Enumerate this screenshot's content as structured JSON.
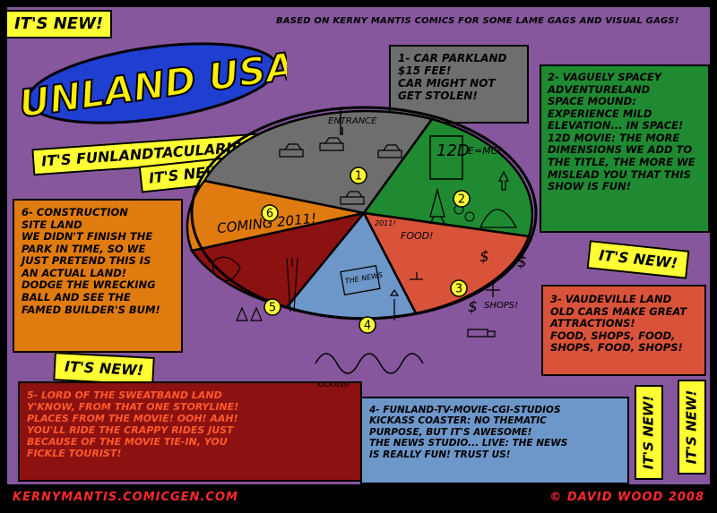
{
  "title": {
    "logo": "FUNLAND USA!",
    "slogan": "IT'S FUNLANDTACULARIFFIC!™",
    "byline": "BASED ON KERNY MANTIS COMICS FOR SOME LAME GAGS AND VISUAL GAGS!"
  },
  "tags": {
    "new_label": "IT'S NEW!"
  },
  "map": {
    "entrance": "ENTRANCE",
    "coming": "COMING 2011!",
    "year_small": "2011!",
    "food": "FOOD!",
    "shops": "SHOPS!",
    "emc2": "E=MC²",
    "twelve_d": "12D",
    "news": "THE NEWS",
    "kickass": "KICKASS!",
    "numbers": [
      "1",
      "2",
      "3",
      "4",
      "5",
      "6"
    ]
  },
  "boxes": {
    "box1": [
      "1- CAR PARKLAND",
      "$15 FEE!",
      "CAR MIGHT NOT",
      "GET STOLEN!"
    ],
    "box2": [
      "2- VAGUELY SPACEY",
      "ADVENTURELAND",
      "SPACE MOUND:",
      "EXPERIENCE MILD",
      "ELEVATION... IN SPACE!",
      "12D MOVIE: THE MORE",
      "DIMENSIONS WE ADD TO",
      "THE TITLE, THE MORE WE",
      "MISLEAD YOU THAT THIS",
      "SHOW IS FUN!"
    ],
    "box3": [
      "3- VAUDEVILLE LAND",
      "OLD CARS MAKE GREAT",
      "ATTRACTIONS!",
      "FOOD, SHOPS, FOOD,",
      "SHOPS, FOOD, SHOPS!"
    ],
    "box4": [
      "4- FUNLAND-TV-MOVIE-CGI-STUDIOS",
      "KICKASS COASTER: NO THEMATIC",
      "PURPOSE, BUT IT'S AWESOME!",
      "THE NEWS STUDIO... LIVE: THE NEWS",
      "IS REALLY FUN! TRUST US!"
    ],
    "box5": [
      "5- LORD OF THE SWEATBAND LAND",
      "Y'KNOW, FROM THAT ONE STORYLINE!",
      "PLACES FROM THE MOVIE! OOH! AAH!",
      "YOU'LL RIDE THE CRAPPY RIDES JUST",
      "BECAUSE OF THE MOVIE TIE-IN, YOU",
      "FICKLE TOURIST!"
    ],
    "box6": [
      "6- CONSTRUCTION",
      "SITE LAND",
      "WE DIDN'T FINISH THE",
      "PARK IN TIME, SO WE",
      "JUST PRETEND THIS IS",
      "AN ACTUAL LAND!",
      "DODGE THE WRECKING",
      "BALL AND SEE THE",
      "FAMED BUILDER'S BUM!"
    ]
  },
  "footer": {
    "site": "KERNYMANTIS.COMICGEN.COM",
    "copyright": "© DAVID WOOD 2008"
  },
  "colors": {
    "background": "#86579d",
    "gray": "#6e6e6e",
    "green": "#1f8a32",
    "orange": "#e07b10",
    "red": "#d9533a",
    "blue": "#6d96c9",
    "maroon": "#8c1111",
    "yellow": "#ffff33",
    "logo_blue": "#1f3fd0"
  }
}
